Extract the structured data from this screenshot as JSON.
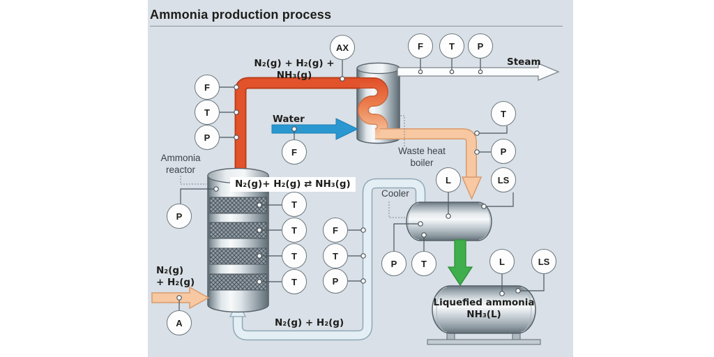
{
  "title": "Ammonia production process",
  "colors": {
    "panel_bg": "#d9e0e7",
    "hot_pipe": "#e2522b",
    "cooled_pipe": "#f7c8a2",
    "recycle_pipe": "#e4eff5",
    "water_arrow": "#2a97d0",
    "product_arrow": "#3fae4c",
    "steam_arrow": "#ffffff"
  },
  "streams": {
    "reactor_outlet": "N₂(g) + H₂(g) + NH₃(g)",
    "steam": "Steam",
    "water": "Water",
    "feed": "N₂(g)\n+ H₂(g)",
    "recycle": "N₂(g) + H₂(g)"
  },
  "equipment": {
    "reactor": "Ammonia\nreactor",
    "reaction": "N₂(g)+ H₂(g) ⇄ NH₃(g)",
    "boiler": "Waste heat\nboiler",
    "cooler": "Cooler",
    "tank": "Liquefied ammonia\nNH₃(L)"
  },
  "instruments": [
    {
      "label": "AX"
    },
    {
      "label": "F"
    },
    {
      "label": "T"
    },
    {
      "label": "P"
    },
    {
      "label": "F"
    },
    {
      "label": "T"
    },
    {
      "label": "P"
    },
    {
      "label": "F"
    },
    {
      "label": "T"
    },
    {
      "label": "P"
    },
    {
      "label": "P"
    },
    {
      "label": "T"
    },
    {
      "label": "T"
    },
    {
      "label": "T"
    },
    {
      "label": "T"
    },
    {
      "label": "F"
    },
    {
      "label": "T"
    },
    {
      "label": "P"
    },
    {
      "label": "L"
    },
    {
      "label": "LS"
    },
    {
      "label": "P"
    },
    {
      "label": "T"
    },
    {
      "label": "L"
    },
    {
      "label": "LS"
    },
    {
      "label": "A"
    }
  ]
}
